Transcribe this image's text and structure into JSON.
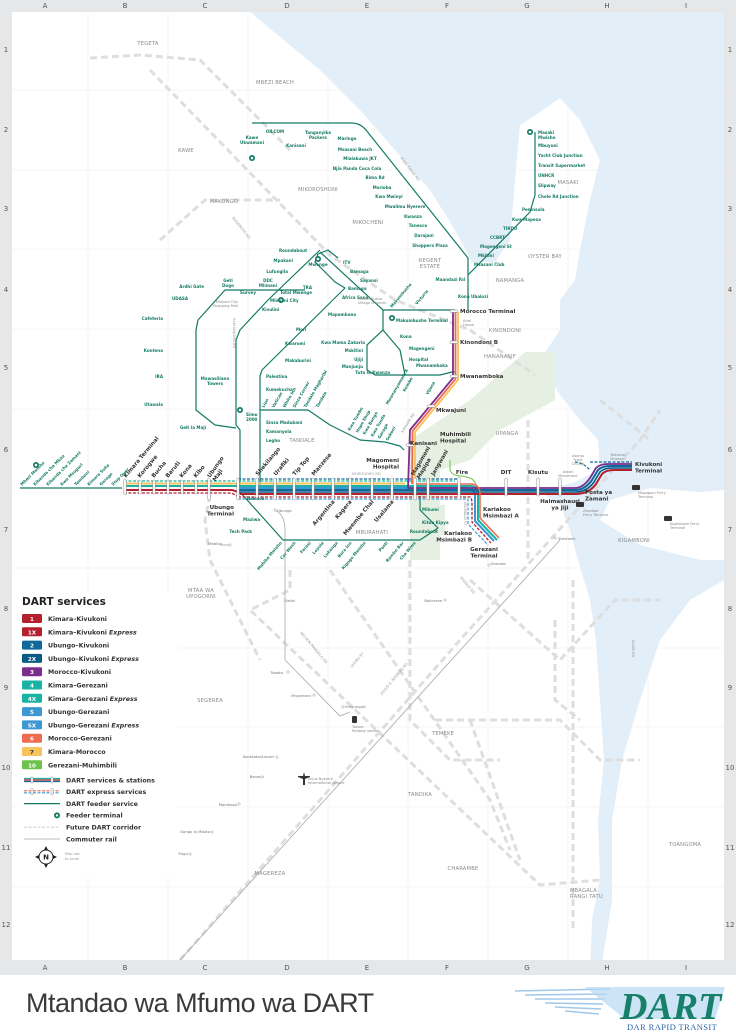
{
  "grid": {
    "columns": [
      "A",
      "B",
      "C",
      "D",
      "E",
      "F",
      "G",
      "H",
      "I"
    ],
    "rows": [
      "1",
      "2",
      "3",
      "4",
      "5",
      "6",
      "7",
      "8",
      "9",
      "10",
      "11",
      "12"
    ]
  },
  "colors": {
    "feeder": "#137a63",
    "water": "#e2eef8",
    "park": "#e6f0e2",
    "corridor": "#dcdcdc"
  },
  "districts": [
    "TEGETA",
    "MBEZI BEACH",
    "KAWE",
    "MAKONGO",
    "MIKOROSHONI",
    "MIKOCHENI",
    [
      "REGENT",
      "ESTATE"
    ],
    "NAMANGA",
    "OYSTER BAY",
    "MASAKI",
    "KINONDONI",
    "HANANASIF",
    "UPANGA",
    "TANDALE",
    "MBURAHATI",
    "KIGAMBONI",
    [
      "MTAA WA",
      "UPOGORNI"
    ],
    "SEGEREA",
    "TEMEKE",
    "TANDIKA",
    "MAGEREZA",
    "CHARAMBE",
    [
      "MBAGALA",
      "RANGI TATU"
    ],
    "TOANGOMA"
  ],
  "roads": [
    "BAGAMOYO RD",
    "SAM NUJOMA RD",
    "MWAI KIBAKI RD",
    "MOROGORO RD",
    "KAWAWA RD",
    "NELSON MANDELA RD",
    "UHURU ST",
    "JULIUS K. NYERERE RD",
    "KIGOGO RD",
    "KILWA RD",
    "MSIMBAZI ST"
  ],
  "trunk_stations": [
    "Kimara Terminal",
    "Korogwe",
    "Bucha",
    "Baruti",
    "Kona",
    "Kibo",
    [
      "Ubungo",
      "Maji"
    ],
    "Shekilango",
    "Urafiki",
    "Tip Top",
    "Manzese",
    "Argentina",
    "Kagera",
    "Mwembe Chai",
    "Usalama",
    [
      "Magomeni",
      "Hospital"
    ],
    [
      "Magomeni",
      "Mapipa"
    ],
    "Jangwani",
    "Fire",
    "DIT",
    "Kisutu",
    [
      "Halmashauri",
      "ya Jiji"
    ],
    [
      "Posta ya",
      "Zamani"
    ],
    [
      "Kivukoni",
      "Terminal"
    ],
    [
      "Ubungo",
      "Terminal"
    ],
    "Morocco Terminal",
    "Kinondoni B",
    "Mwanamboka",
    "Mkwajuni",
    "Kanisani",
    [
      "Muhimbili",
      "Hospital"
    ],
    [
      "Kariakoo",
      "Msimbazi A"
    ],
    [
      "Kariakoo",
      "Msimbazi B"
    ],
    [
      "Gerezani",
      "Terminal"
    ]
  ],
  "feeder_stations": [
    "Mbezi Mwisho",
    "Kibanda cha Mkaa",
    "Kibanda cha Zamani",
    "Kwa Msuguri",
    "Temboni",
    "Kimara Suka",
    "Garage",
    "Stop Over",
    [
      "Kawe",
      "Ukwamani"
    ],
    "OILCOM",
    "Kanisani",
    [
      "Tanganyika",
      "Packers"
    ],
    "Maringo",
    "Msasani Beach",
    "Mlalakuwa JKT",
    "Njia Panda Coca Cola",
    "Bima Rd",
    "Morioba",
    "Kwa Mwinyi",
    "Mwalimu Nyerere",
    "Kwanza",
    "Tanesco",
    "Darajani",
    "Shoppers Plaza",
    "Maandazi Rd",
    "Kona Ubalozi",
    "Msasani Club",
    "Mkitini",
    "Magengeni St",
    "CCBRT",
    "TIRDO",
    "Kwa Mapesa",
    "Peninsula",
    "Chole Rd Junction",
    "Slipway",
    "UNHCR",
    "Transit Supermarket",
    "Yacht Club Junction",
    "Mbuyuni",
    [
      "Masaki",
      "Mwisho"
    ],
    "Roundabout",
    "Mwenge",
    "ITV",
    "Mpakani",
    "Lufungila",
    [
      "DDC",
      "Mlimani"
    ],
    [
      "Geti",
      "Dogo"
    ],
    "Ardhi Gate",
    "UDASA",
    "Survey",
    "Total",
    "Mlimani City",
    "Kivulini",
    [
      "TRA",
      "Mwenge"
    ],
    "Bamaga",
    "Sayansi",
    "Bamaga",
    "Africa Sana",
    "Mapambano",
    "Mori",
    "Kwaromi",
    "Makaburini",
    "Palestina",
    "Kumekucha",
    "Cafeteria",
    "Kontena",
    "IRA",
    [
      "Mawasiliano",
      "Towers"
    ],
    "Utawala",
    "Geti la Maji",
    [
      "Simu",
      "2000"
    ],
    "Sinza Madukani",
    "Kamanyola",
    "Legho",
    "Makumbusho Terminal",
    "Kona",
    "Kwa Mama Zakaria",
    "Mskitini",
    "Ujiji",
    "Manjunju",
    "Tuta la Kwanza",
    "Magengeni",
    "Hospital",
    "Mwanamboka",
    "Makumbusho",
    "Victoria",
    "Mwananyamala A",
    "Kombo",
    "Vijana",
    "Tanesco",
    "Maziwa",
    "Tech Pack",
    "Mabibo Mwisho",
    "Car Wash",
    "Farasi",
    "Loyola",
    "Lukanga",
    "Bora Inn",
    "Kigogo Mwisho",
    "Posti",
    "Rambo Bar",
    "Cha Wiwe",
    "Mikumi",
    "Kituo Kipya",
    "Roundabout",
    "Lion",
    "Vatican",
    "White Inn",
    "Sinza Corner",
    "Tandale Magharibi",
    "Tandale",
    "Kwa Tumbo",
    "Hope Shop",
    "Kwa Bonge",
    "Kwa Tunda",
    "Garage",
    "Sokoni"
  ],
  "rail_stations": [
    "Ubungo",
    "Mabibo",
    "Relini",
    "Tabata",
    "Mnyamani",
    "Vingunguti",
    "Bakhresa",
    "Kamata",
    "Steshenii",
    "Karakata/Airport",
    "Banana",
    "Mombasa",
    "Gongo la Mboto",
    "Pugu"
  ],
  "landmarks": [
    [
      "Mlimani City",
      "Shopping Mall"
    ],
    [
      "Makumbusho",
      "Village Museum"
    ],
    [
      "Ariel",
      "House"
    ],
    [
      "Askari",
      "Monument"
    ],
    [
      "Azania",
      "Front",
      "Church"
    ],
    [
      "National",
      "Museum"
    ],
    [
      "Zanzibar",
      "Ferry Terminal"
    ],
    [
      "Magogoni Ferry",
      "Terminal"
    ],
    [
      "Kigamboni Ferry",
      "Terminal"
    ],
    [
      "Tazara",
      "Railway station"
    ],
    [
      "Julius Nyerere",
      "International Airport"
    ]
  ],
  "legend": {
    "title": "DART services",
    "services": [
      {
        "badge": "1",
        "route": "Kimara–Kivukoni",
        "express": "",
        "color": "#b5202e"
      },
      {
        "badge": "1X",
        "route": "Kimara–Kivukoni",
        "express": "Express",
        "color": "#b5202e"
      },
      {
        "badge": "2",
        "route": "Ubungo–Kivukoni",
        "express": "",
        "color": "#0d6a9b"
      },
      {
        "badge": "2X",
        "route": "Ubungo–Kivukoni",
        "express": "Express",
        "color": "#0a5a86"
      },
      {
        "badge": "3",
        "route": "Morocco-Kivukoni",
        "express": "",
        "color": "#7b2d8e"
      },
      {
        "badge": "4",
        "route": "Kimara–Gerezani",
        "express": "",
        "color": "#19b3a5"
      },
      {
        "badge": "4X",
        "route": "Kimara–Gerezani",
        "express": "Express",
        "color": "#19b3a5"
      },
      {
        "badge": "5",
        "route": "Ubungo-Gerezani",
        "express": "",
        "color": "#3c97d3"
      },
      {
        "badge": "5X",
        "route": "Ubungo-Gerezani",
        "express": "Express",
        "color": "#3c97d3"
      },
      {
        "badge": "6",
        "route": "Morocco-Gerezani",
        "express": "",
        "color": "#ee6a50"
      },
      {
        "badge": "7",
        "route": "Kimara-Morocco",
        "express": "",
        "color": "#f8c35c"
      },
      {
        "badge": "10",
        "route": "Gerezani-Muhimbili",
        "express": "",
        "color": "#6cc24a"
      }
    ],
    "keys": [
      "DART services & stations",
      "DART express services",
      "DART feeder service",
      "Feeder terminal",
      "Future DART corridor",
      "Commuter rail"
    ],
    "compass": "N",
    "scale_note": [
      "Map not",
      "to scale"
    ]
  },
  "footer": {
    "title": "Mtandao wa Mfumo wa DART",
    "logo_text": "DART",
    "logo_sub": "DAR RAPID TRANSIT"
  }
}
